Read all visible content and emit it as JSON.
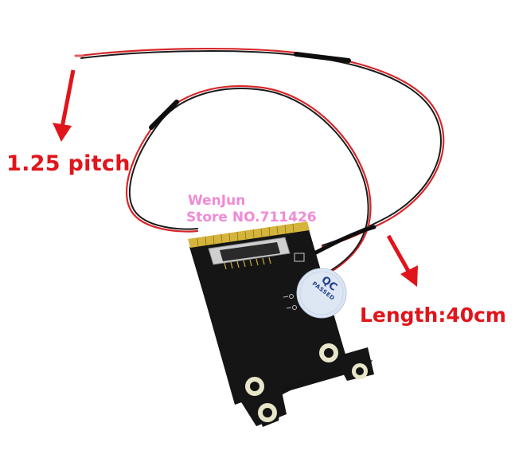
{
  "annotations": {
    "pitch_label": "1.25 pitch",
    "length_label": "Length:40cm"
  },
  "watermark": {
    "line1": "WenJun",
    "line2": "Store NO.711426"
  },
  "qc_sticker": {
    "line1": "QC",
    "line2": "PASSED"
  },
  "colors": {
    "annotation_red": "#e0151b",
    "watermark_pink": "#f08ad6",
    "board_black": "#151515",
    "gold_contacts": "#d4b43a",
    "sticker_blue": "#1f3d8c"
  }
}
